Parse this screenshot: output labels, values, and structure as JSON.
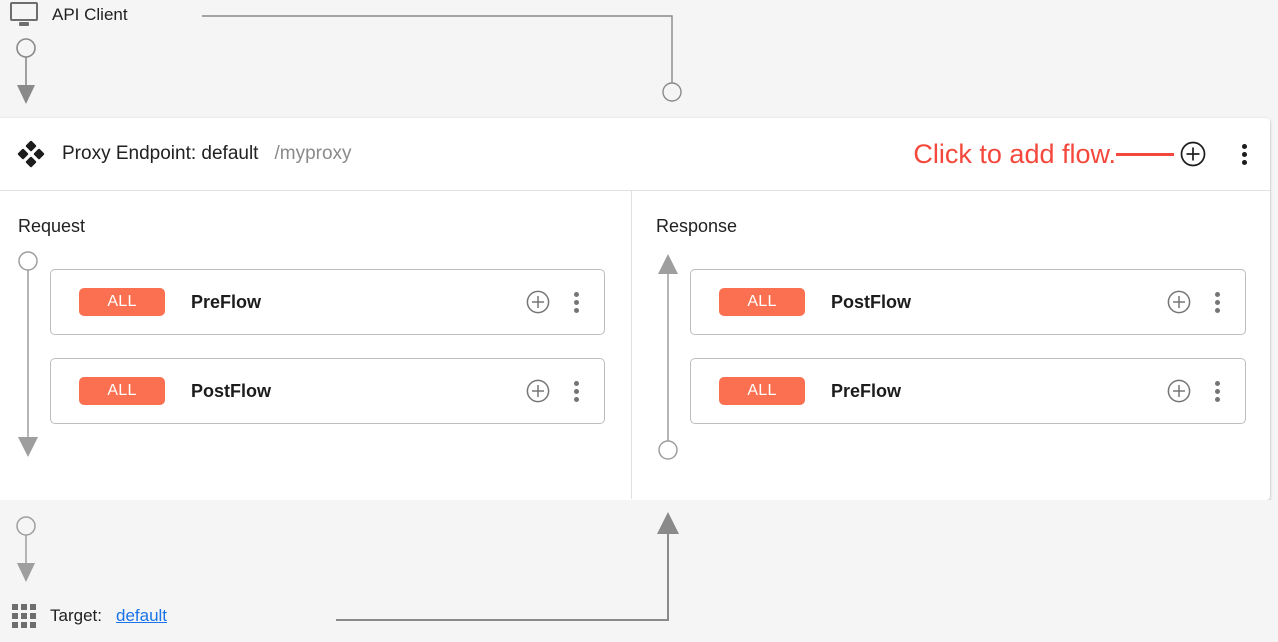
{
  "top": {
    "client_label": "API Client",
    "client_icon": "monitor-icon"
  },
  "proxy_panel": {
    "header": {
      "drag_icon": "move-icon",
      "title": "Proxy Endpoint: default",
      "basepath": "/myproxy",
      "annotation": "Click to add flow.",
      "annotation_color": "#f4483c",
      "add_icon": "plus-circle-icon",
      "menu_icon": "more-vertical-icon"
    },
    "columns": [
      {
        "title": "Request",
        "arrow_direction": "down",
        "flows": [
          {
            "badge": "ALL",
            "name": "PreFlow",
            "add_icon": "plus-circle-icon",
            "menu_icon": "more-vertical-icon"
          },
          {
            "badge": "ALL",
            "name": "PostFlow",
            "add_icon": "plus-circle-icon",
            "menu_icon": "more-vertical-icon"
          }
        ]
      },
      {
        "title": "Response",
        "arrow_direction": "up",
        "flows": [
          {
            "badge": "ALL",
            "name": "PostFlow",
            "add_icon": "plus-circle-icon",
            "menu_icon": "more-vertical-icon"
          },
          {
            "badge": "ALL",
            "name": "PreFlow",
            "add_icon": "plus-circle-icon",
            "menu_icon": "more-vertical-icon"
          }
        ]
      }
    ]
  },
  "bottom": {
    "target_icon": "grid-icon",
    "target_label": "Target:",
    "target_value": "default"
  },
  "colors": {
    "badge_orange": "#fb7050",
    "annotation_red": "#f4483c",
    "link_blue": "#1a73e8",
    "connector_grey": "#8a8a8a",
    "panel_white": "#ffffff",
    "canvas_grey": "#f5f5f5"
  }
}
